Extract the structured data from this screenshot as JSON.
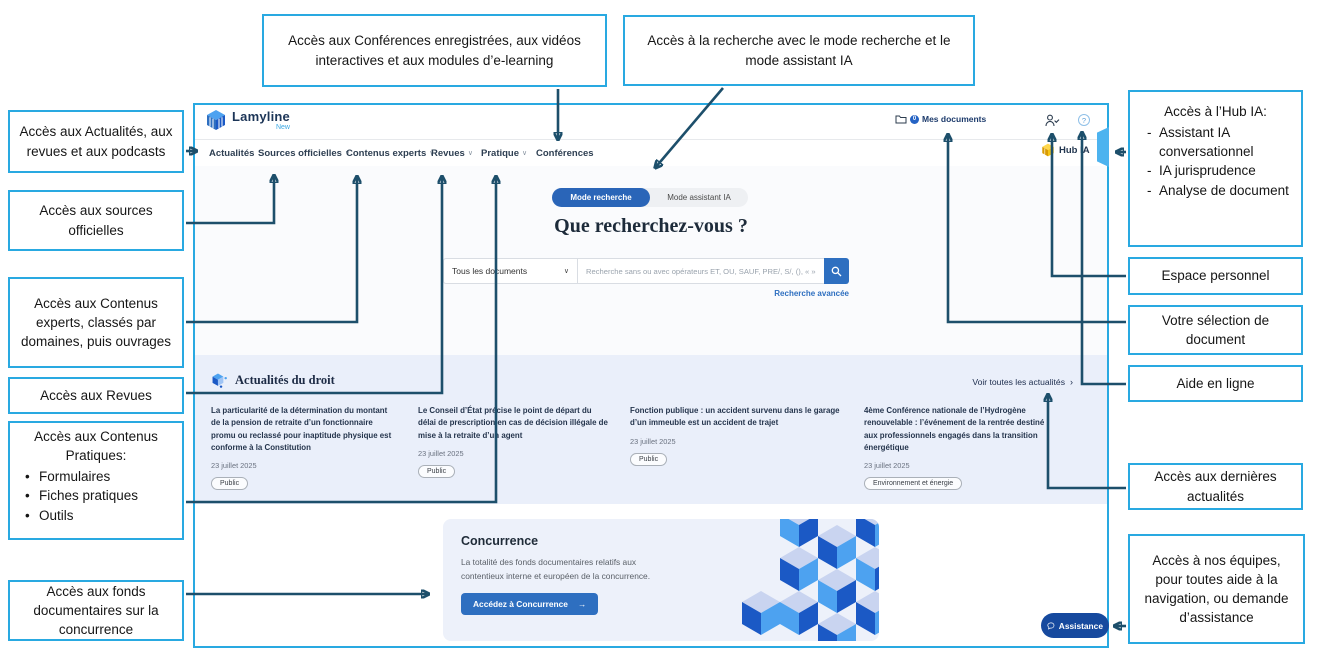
{
  "colors": {
    "callout_border": "#29a9e1",
    "arrow": "#1d4f6b",
    "brand_blue": "#2a65b8",
    "link_blue": "#2e6fc0",
    "news_background": "#eaeffa",
    "banner_background": "#edf1fa",
    "assistance_blue": "#16499e",
    "ribbon_blue": "#4db3ef",
    "cube_dark": "#1b59c5",
    "cube_light": "#4da2f0",
    "cube_pale": "#c9d4f0"
  },
  "icons": {
    "logo": "lamyline-cube-icon",
    "documents": "folder-icon",
    "account": "user-check-icon",
    "help": "help-circle-icon",
    "hub": "hub-ia-cube-icon",
    "search": "magnifier-icon",
    "news": "cubes-icon",
    "assistance": "chat-bubble-icon"
  },
  "callouts": {
    "top": [
      {
        "text": "Accès aux Conférences enregistrées, aux vidéos interactives et aux modules d’e-learning"
      },
      {
        "text": "Accès à la recherche avec le mode recherche et le mode assistant IA"
      }
    ],
    "left": [
      {
        "text": "Accès aux Actualités, aux revues et aux podcasts"
      },
      {
        "text": "Accès aux sources officielles"
      },
      {
        "text": "Accès aux Contenus experts, classés par domaines, puis ouvrages"
      },
      {
        "text": "Accès aux Revues"
      },
      {
        "heading": "Accès aux Contenus Pratiques:",
        "bullets": [
          "Formulaires",
          "Fiches pratiques",
          "Outils"
        ]
      },
      {
        "text": "Accès aux fonds documentaires sur la concurrence"
      }
    ],
    "right": [
      {
        "heading": "Accès à l’Hub IA:",
        "bullets": [
          "Assistant IA conversationnel",
          "IA jurisprudence",
          "Analyse de document"
        ]
      },
      {
        "text": "Espace personnel"
      },
      {
        "text": "Votre sélection de document"
      },
      {
        "text": "Aide en ligne"
      },
      {
        "text": "Accès aux dernières actualités"
      },
      {
        "text": "Accès à nos équipes, pour toutes aide à la navigation, ou demande d’assistance"
      }
    ]
  },
  "app": {
    "logo": {
      "name": "Lamyline",
      "sub": "New"
    },
    "header": {
      "documents_badge": "0",
      "documents_label": "Mes documents"
    },
    "nav": [
      {
        "label": "Actualités"
      },
      {
        "label": "Sources officielles"
      },
      {
        "label": "Contenus experts"
      },
      {
        "label": "Revues"
      },
      {
        "label": "Pratique"
      },
      {
        "label": "Conférences"
      }
    ],
    "hub_ia_label": "Hub IA",
    "search": {
      "mode_search": "Mode recherche",
      "mode_assistant": "Mode assistant IA",
      "title": "Que recherchez-vous ?",
      "scope": "Tous les documents",
      "placeholder": "Recherche sans ou avec opérateurs ET, OU, SAUF, PRE/, S/, (), « », *",
      "advanced": "Recherche avancée"
    },
    "news": {
      "title": "Actualités du droit",
      "see_all": "Voir toutes les actualités",
      "items": [
        {
          "title": "La particularité de la détermination du montant de la pension de retraite d’un fonctionnaire promu ou reclassé pour inaptitude physique est conforme à la Constitution",
          "date": "23 juillet 2025",
          "tag": "Public"
        },
        {
          "title": "Le Conseil d’État précise le point de départ du délai de prescription en cas de décision illégale de mise à la retraite d’un agent",
          "date": "23 juillet 2025",
          "tag": "Public"
        },
        {
          "title": "Fonction publique : un accident survenu dans le garage d’un immeuble est un accident de trajet",
          "date": "23 juillet 2025",
          "tag": "Public"
        },
        {
          "title": "4ème Conférence nationale de l’Hydrogène renouvelable : l’événement de la rentrée destiné aux professionnels engagés dans la transition énergétique",
          "date": "23 juillet 2025",
          "tag": "Environnement et énergie"
        }
      ]
    },
    "banner": {
      "title": "Concurrence",
      "line1": "La totalité des fonds documentaires relatifs aux",
      "line2": "contentieux interne et européen de la concurrence.",
      "cta": "Accédez à Concurrence",
      "cta_arrow": "→"
    },
    "assistance_label": "Assistance"
  }
}
